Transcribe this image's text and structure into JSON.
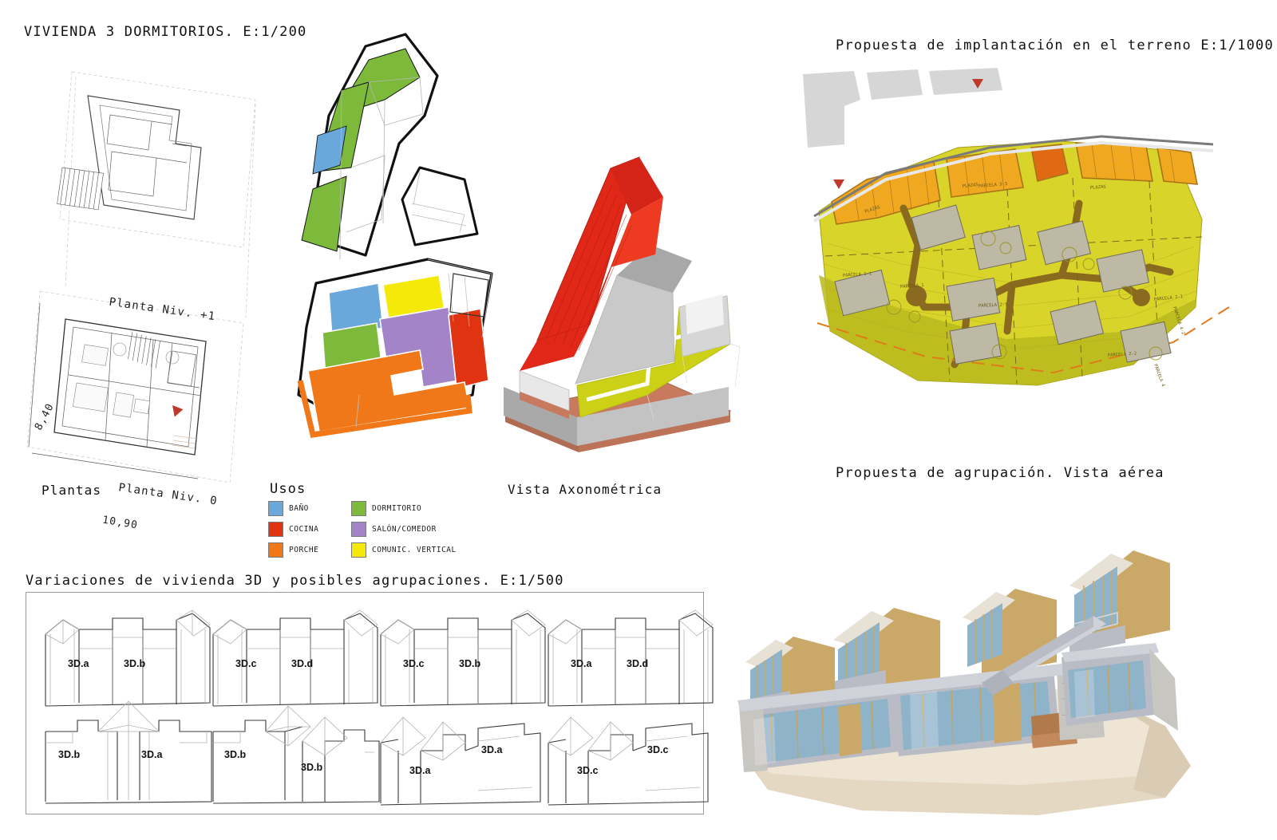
{
  "board": {
    "title_main": "VIVIENDA 3 DORMITORIOS. E:1/200",
    "title_site": "Propuesta de implantación en el terreno E:1/1000",
    "title_aerial": "Propuesta de agrupación. Vista aérea",
    "title_variations": "Variaciones de vivienda 3D y posibles agrupaciones. E:1/500",
    "caption_plans": "Plantas",
    "caption_usos": "Usos",
    "caption_axo": "Vista Axonométrica"
  },
  "plans": {
    "level_upper": "Planta Niv. +1",
    "level_ground": "Planta Niv. 0",
    "dim_vertical": "8,40",
    "dim_horizontal": "10,90"
  },
  "legend": {
    "items": [
      {
        "label": "BAÑO",
        "color": "#6aa8dc"
      },
      {
        "label": "DORMITORIO",
        "color": "#7dba3c"
      },
      {
        "label": "COCINA",
        "color": "#e03312"
      },
      {
        "label": "SALÓN/COMEDOR",
        "color": "#a384c8"
      },
      {
        "label": "PORCHE",
        "color": "#f07818"
      },
      {
        "label": "COMUNIC. VERTICAL",
        "color": "#f5e90a"
      }
    ]
  },
  "variations": {
    "row1": [
      {
        "left": "3D.a",
        "right": "3D.b"
      },
      {
        "left": "3D.c",
        "right": "3D.d"
      },
      {
        "left": "3D.c",
        "right": "3D.b"
      },
      {
        "left": "3D.a",
        "right": "3D.d"
      }
    ],
    "row2": [
      {
        "left": "3D.b",
        "right": "3D.a"
      },
      {
        "left": "3D.b",
        "right": "3D.b"
      },
      {
        "left": "3D.a",
        "right": "3D.a"
      },
      {
        "left": "3D.c",
        "right": "3D.c"
      }
    ]
  },
  "palette": {
    "bano": "#6aa8dc",
    "dormitorio": "#7dba3c",
    "cocina": "#e03312",
    "salon": "#a384c8",
    "porche": "#f07818",
    "comunicacion": "#f5e90a",
    "roof_red": "#e02718",
    "floor_olive": "#ccd117",
    "wall_grey": "#b8b8b8",
    "terrace_terracotta": "#c87a5e",
    "site_terrain": "#d9d42a",
    "site_parking": "#f0a821",
    "site_path": "#8a6a1e",
    "site_building": "#bdb9a4",
    "model_wood": "#c9a868",
    "model_glass": "#8fb3c9",
    "model_ground": "#e5d8c3",
    "model_concrete": "#b9bcc4"
  }
}
